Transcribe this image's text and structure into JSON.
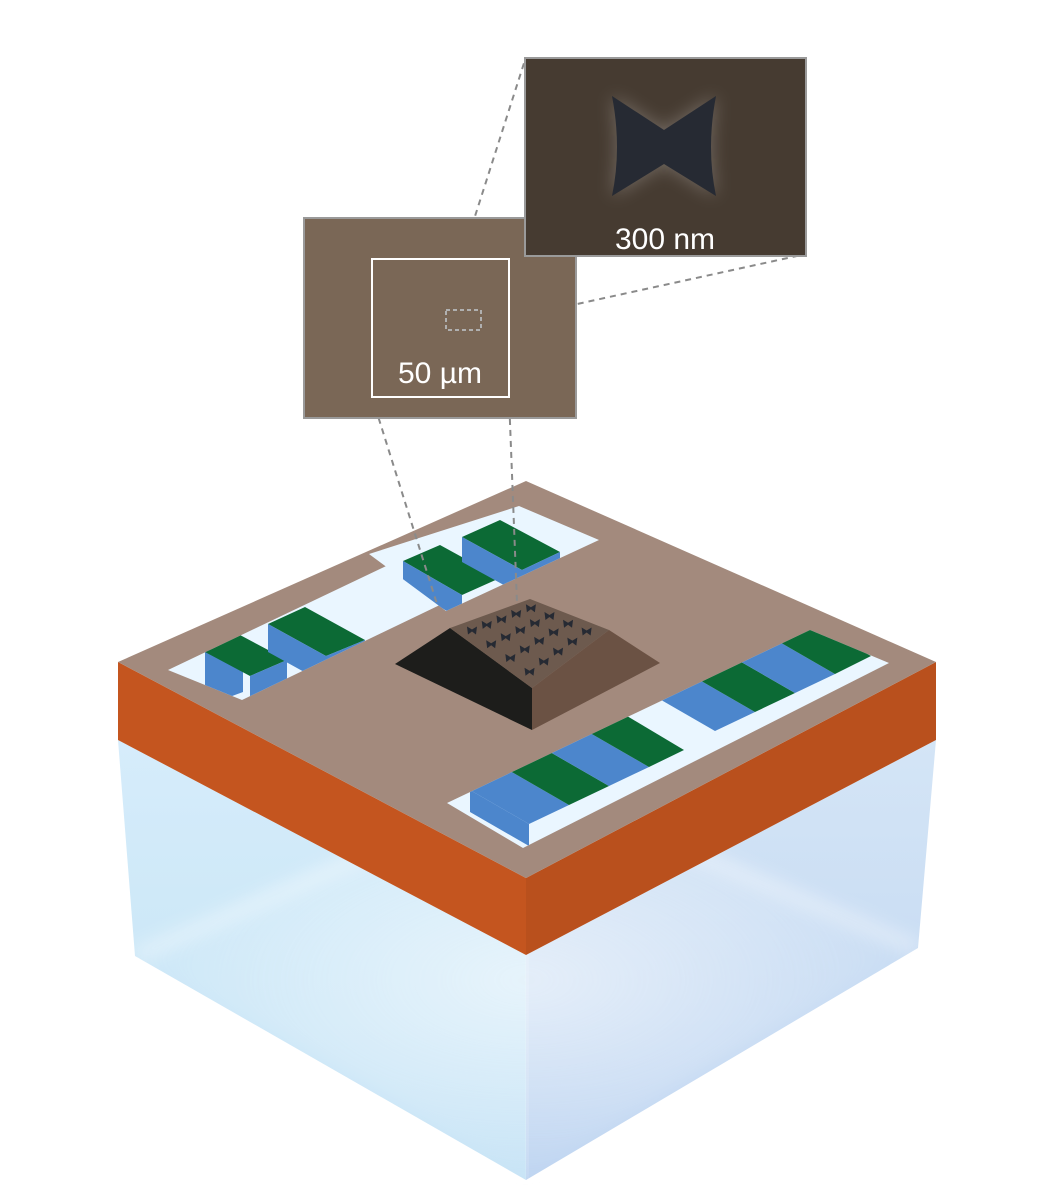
{
  "inset_large": {
    "scale_label": "50 µm"
  },
  "inset_small": {
    "scale_label": "300 nm"
  },
  "device": {
    "array_rows": 4,
    "array_cols": 5
  },
  "colors": {
    "background": "#ffffff",
    "cap_top": "#a38a7d",
    "orange_layer_front": "#c4551f",
    "orange_layer_right": "#b9501d",
    "substrate_front": "#cbe6f7",
    "substrate_right": "#c6dcf2",
    "stripe_green": "#0c6a35",
    "stripe_blue": "#4c86cc",
    "window_white": "#eaf6ff",
    "inset_large_bg": "#7a6756",
    "inset_small_bg": "#463b31",
    "antenna_dark": "#262a33",
    "pad_dark": "#1d1d1b",
    "pad_top": "#6d5a4e"
  }
}
